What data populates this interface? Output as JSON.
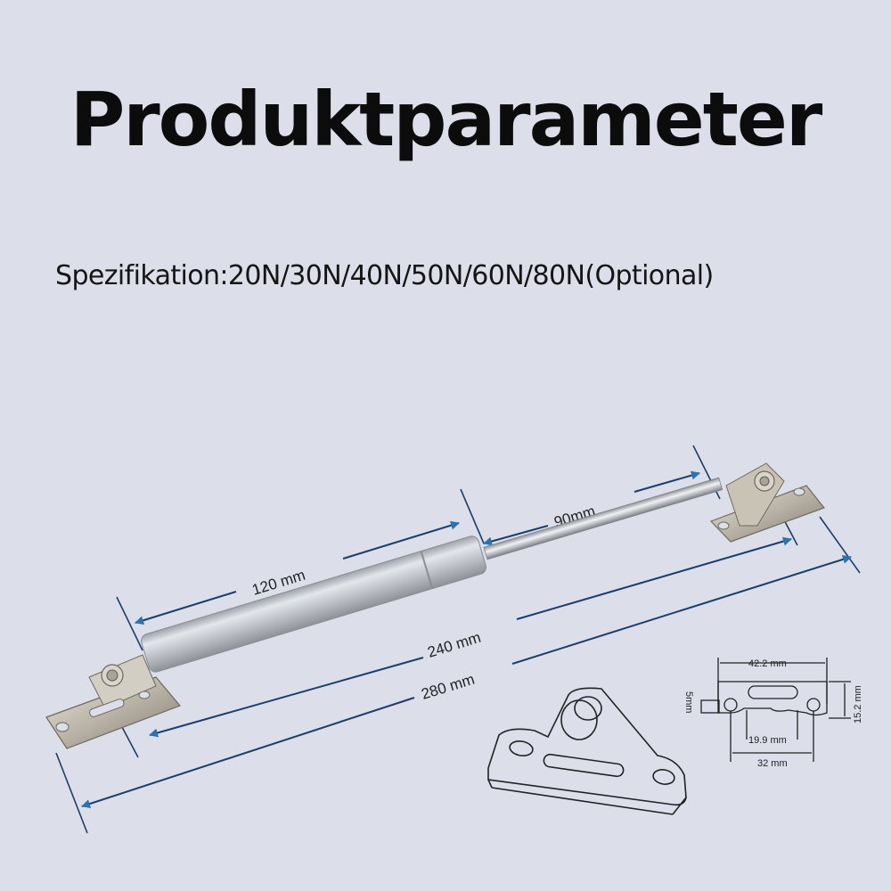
{
  "header": {
    "title": "Produktparameter"
  },
  "specification": {
    "text": "Spezifikation:20N/30N/40N/50N/60N/80N(Optional)",
    "label": "Spezifikation",
    "options": [
      "20N",
      "30N",
      "40N",
      "50N",
      "60N",
      "80N"
    ],
    "note": "(Optional)"
  },
  "diagram": {
    "product": "gas strut / lid stay",
    "dimensions": {
      "cylinder_length": "120 mm",
      "rod_stroke": "90mm",
      "center_to_center": "240 mm",
      "overall_length": "280 mm"
    },
    "bracket_detail": {
      "width": "42.2 mm",
      "slot_length": "19.9 mm",
      "hole_spacing": "32 mm",
      "height": "15.2 mm",
      "tab": "5mm"
    }
  },
  "colors": {
    "background": "#dcdfea",
    "arrow": "#2a73b3",
    "dim_line": "#1c3e6a",
    "cylinder": "#c4c8cf",
    "rod": "#b9bdc4",
    "bracket": "#bfb9ad"
  }
}
